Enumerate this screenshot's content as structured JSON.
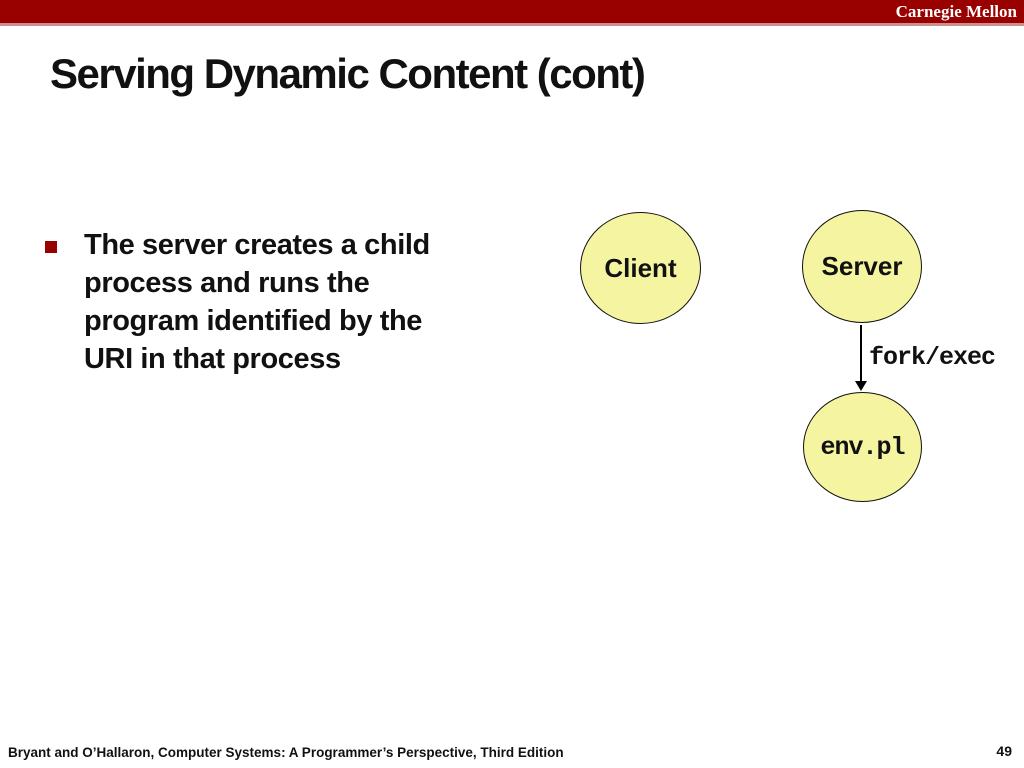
{
  "header": {
    "brand": "Carnegie Mellon",
    "bar_color": "#990000",
    "accent_line_color": "#cc8f8f"
  },
  "slide": {
    "title": "Serving Dynamic Content (cont)",
    "bullet": {
      "marker_color": "#990000",
      "text": "The server creates a child\nprocess and runs the\nprogram identified by the\nURI in that process"
    }
  },
  "diagram": {
    "node_fill_color": "#f5f5a1",
    "node_border_color": "#111111",
    "nodes": [
      {
        "id": "client",
        "label": "Client"
      },
      {
        "id": "server",
        "label": "Server"
      },
      {
        "id": "env_pl",
        "label": "env.pl"
      }
    ],
    "edge": {
      "from": "server",
      "to": "env_pl",
      "label": "fork/exec"
    }
  },
  "footer": {
    "citation": "Bryant and O’Hallaron, Computer Systems: A Programmer’s Perspective, Third Edition",
    "page_number": "49"
  }
}
